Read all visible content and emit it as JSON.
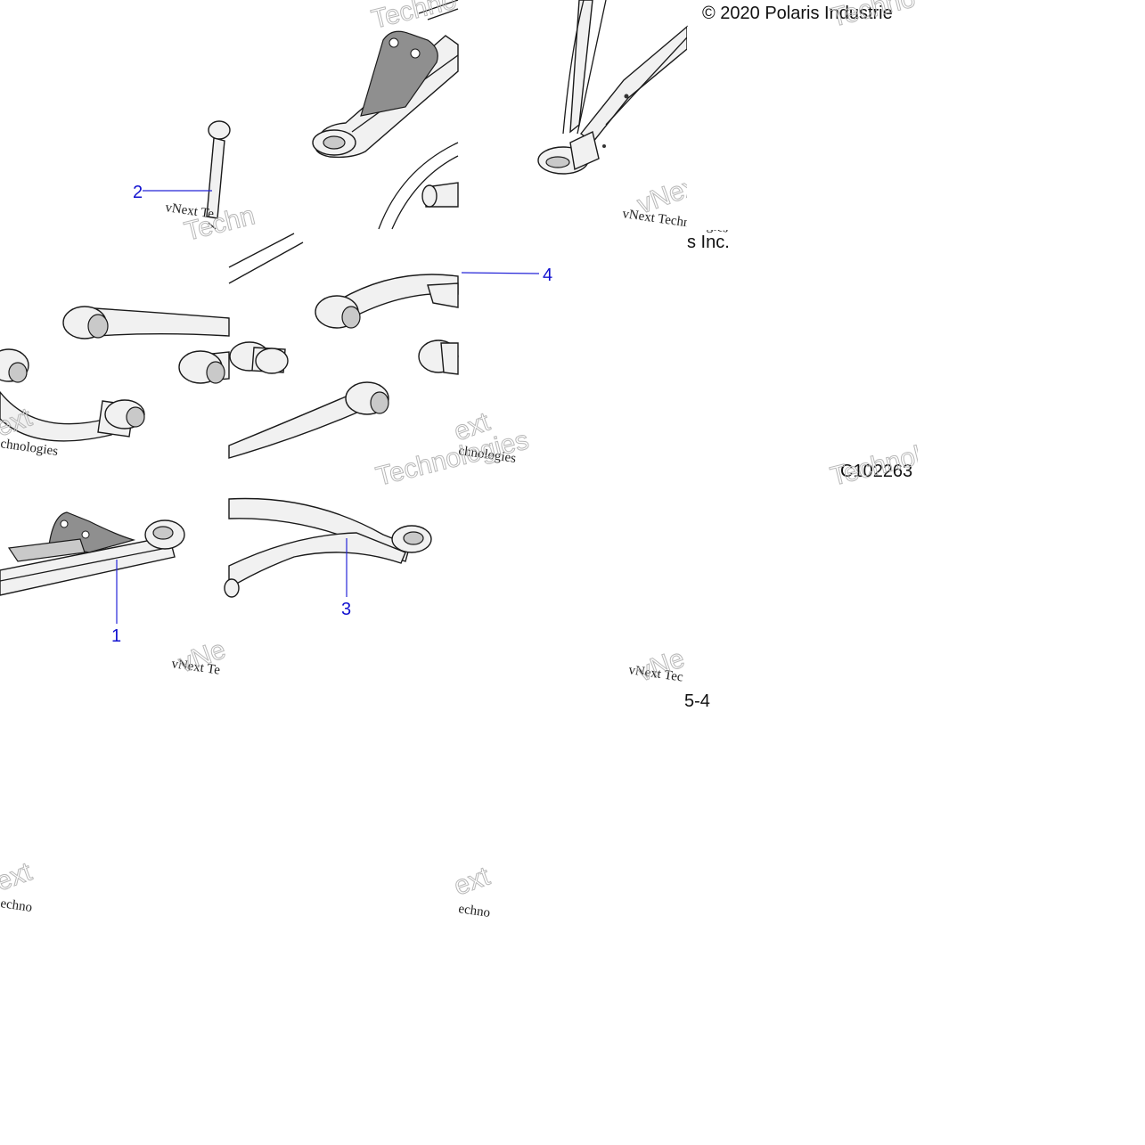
{
  "diagram": {
    "copyright": "© 2020 Polaris Industrie",
    "copyright_tail": "s Inc.",
    "part_code": "C102263",
    "page_ref": "5-4",
    "callouts": [
      "1",
      "2",
      "3",
      "4"
    ],
    "watermark_serif": [
      "vNext Te",
      "vNext Technologies",
      "chnologies",
      "chnologies",
      "vNext Te",
      "vNext Tec",
      "echno",
      "echno"
    ],
    "watermark_outline": [
      "Techno",
      "Technologies",
      "vNext",
      "Techno",
      "Technologies",
      "Techn",
      "vNe",
      "vNe",
      "ext",
      "ext",
      "ext",
      "ext"
    ]
  }
}
